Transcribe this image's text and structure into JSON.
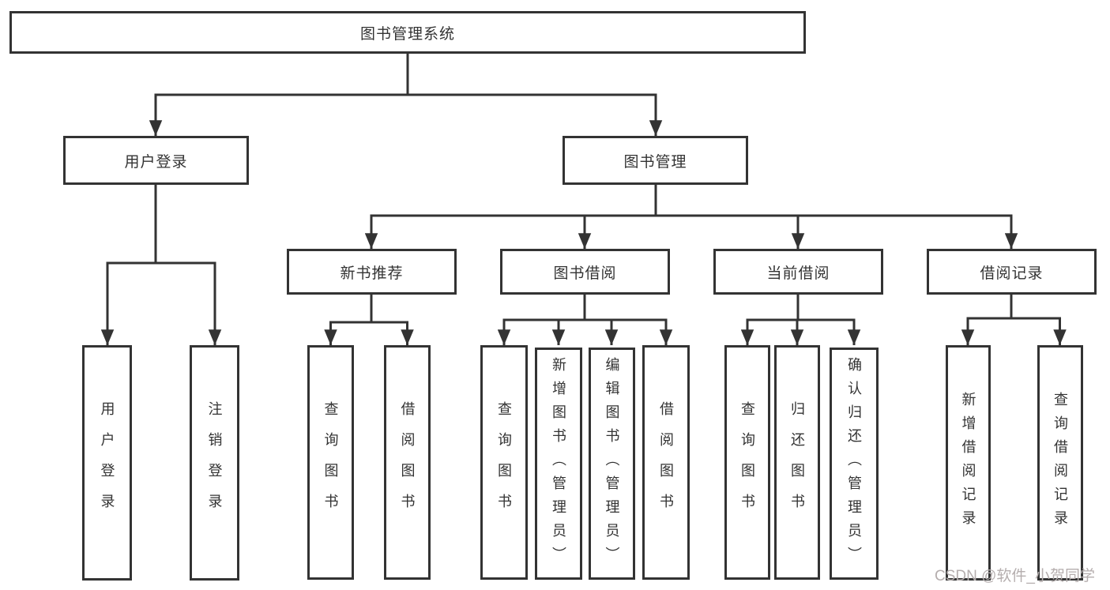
{
  "colors": {
    "line": "#333333",
    "text": "#333333",
    "box_background": "#ffffff",
    "page_background": "#ffffff",
    "watermark": "#b5aeae"
  },
  "tree": {
    "root": {
      "label": "图书管理系统"
    },
    "level2": [
      {
        "label": "用户登录"
      },
      {
        "label": "图书管理"
      }
    ],
    "level3": [
      {
        "parent": "图书管理",
        "label": "新书推荐"
      },
      {
        "parent": "图书管理",
        "label": "图书借阅"
      },
      {
        "parent": "图书管理",
        "label": "当前借阅"
      },
      {
        "parent": "图书管理",
        "label": "借阅记录"
      }
    ],
    "leaves": [
      {
        "parent": "用户登录",
        "label": "用户登录"
      },
      {
        "parent": "用户登录",
        "label": "注销登录"
      },
      {
        "parent": "新书推荐",
        "label": "查询图书"
      },
      {
        "parent": "新书推荐",
        "label": "借阅图书"
      },
      {
        "parent": "图书借阅",
        "label": "查询图书"
      },
      {
        "parent": "图书借阅",
        "label": "新增图书（管理员）"
      },
      {
        "parent": "图书借阅",
        "label": "编辑图书（管理员）"
      },
      {
        "parent": "图书借阅",
        "label": "借阅图书"
      },
      {
        "parent": "当前借阅",
        "label": "查询图书"
      },
      {
        "parent": "当前借阅",
        "label": "归还图书"
      },
      {
        "parent": "当前借阅",
        "label": "确认归还（管理员）"
      },
      {
        "parent": "借阅记录",
        "label": "新增借阅记录"
      },
      {
        "parent": "借阅记录",
        "label": "查询借阅记录"
      }
    ]
  },
  "watermark": {
    "text": "CSDN @软件_小贺同学"
  }
}
